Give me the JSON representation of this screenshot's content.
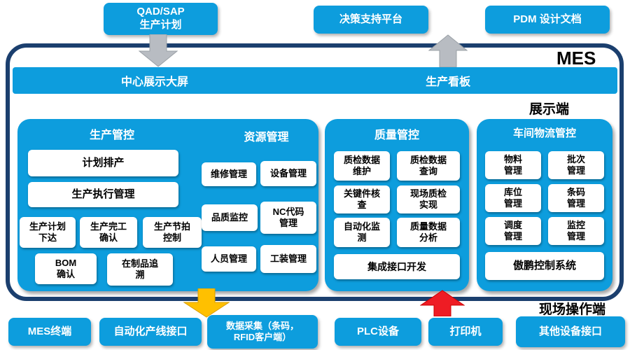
{
  "colors": {
    "blue": "#0d9ddd",
    "navy": "#1b3f6e",
    "yellow": "#ffc000",
    "red": "#ee1c24",
    "gray": "#b8bcc2"
  },
  "top_row": {
    "qad": "QAD/SAP\n生产计划",
    "decision": "决策支持平台",
    "pdm": "PDM 设计文档"
  },
  "mes_label": "MES",
  "display_bar": {
    "center_screen": "中心展示大屏",
    "kanban": "生产看板"
  },
  "side_labels": {
    "display": "展示端",
    "field": "现场操作端"
  },
  "production": {
    "header": "生产管控",
    "plan_scheduling": "计划排产",
    "execution": "生产执行管理",
    "plan_release": "生产计划\n下达",
    "completion_confirm": "生产完工\n确认",
    "takt_control": "生产节拍\n控制",
    "bom_confirm": "BOM\n确认",
    "wip_trace": "在制品追\n溯"
  },
  "resource": {
    "header": "资源管理",
    "maintenance": "维修管理",
    "equipment": "设备管理",
    "quality_monitor": "品质监控",
    "nc_code": "NC代码\n管理",
    "personnel": "人员管理",
    "tooling": "工装管理"
  },
  "quality": {
    "header": "质量管控",
    "inspect_maintain": "质检数据\n维护",
    "inspect_query": "质检数据\n查询",
    "key_check": "关键件核\n查",
    "onsite_inspect": "现场质检\n实现",
    "auto_monitor": "自动化监\n测",
    "data_analysis": "质量数据\n分析",
    "integration": "集成接口开发"
  },
  "logistics": {
    "header": "车间物流管控",
    "material": "物料\n管理",
    "batch": "批次\n管理",
    "location": "库位\n管理",
    "barcode": "条码\n管理",
    "dispatch": "调度\n管理",
    "monitor": "监控\n管理",
    "aopeng": "傲鹏控制系统"
  },
  "bottom_row": {
    "mes_terminal": "MES终端",
    "auto_line": "自动化产线接口",
    "data_collection": "数据采集（条码，\nRFID客户端）",
    "plc": "PLC设备",
    "printer": "打印机",
    "other": "其他设备接口"
  }
}
